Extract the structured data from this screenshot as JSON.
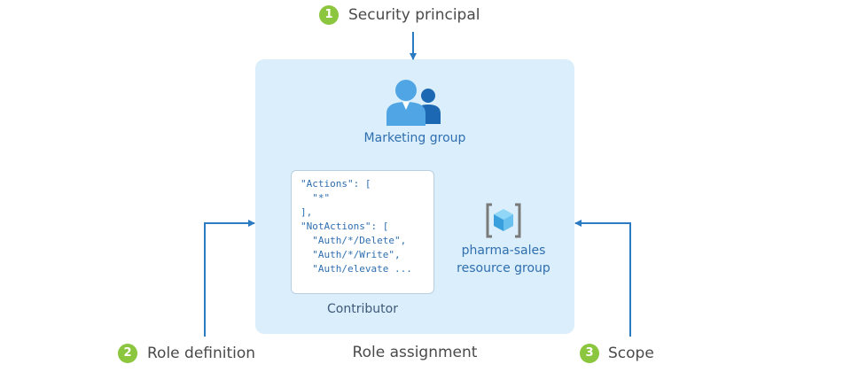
{
  "steps": {
    "security_principal": {
      "number": "1",
      "label": "Security principal"
    },
    "role_definition": {
      "number": "2",
      "label": "Role definition"
    },
    "scope": {
      "number": "3",
      "label": "Scope"
    }
  },
  "role_assignment": {
    "label": "Role assignment",
    "principal": {
      "label": "Marketing group",
      "icon": "user-group-icon"
    },
    "role": {
      "label": "Contributor",
      "code_lines": [
        "\"Actions\": [",
        "  \"*\"",
        "],",
        "\"NotActions\": [",
        "  \"Auth/*/Delete\",",
        "  \"Auth/*/Write\",",
        "  \"Auth/elevate ..."
      ]
    },
    "scope": {
      "label_line1": "pharma-sales",
      "label_line2": "resource group",
      "icon": "resource-group-icon"
    }
  },
  "colors": {
    "badge": "#8cc63f",
    "box_fill": "#dbeefb",
    "arrow": "#2b7bc2",
    "accent_text": "#2f6fb0"
  }
}
